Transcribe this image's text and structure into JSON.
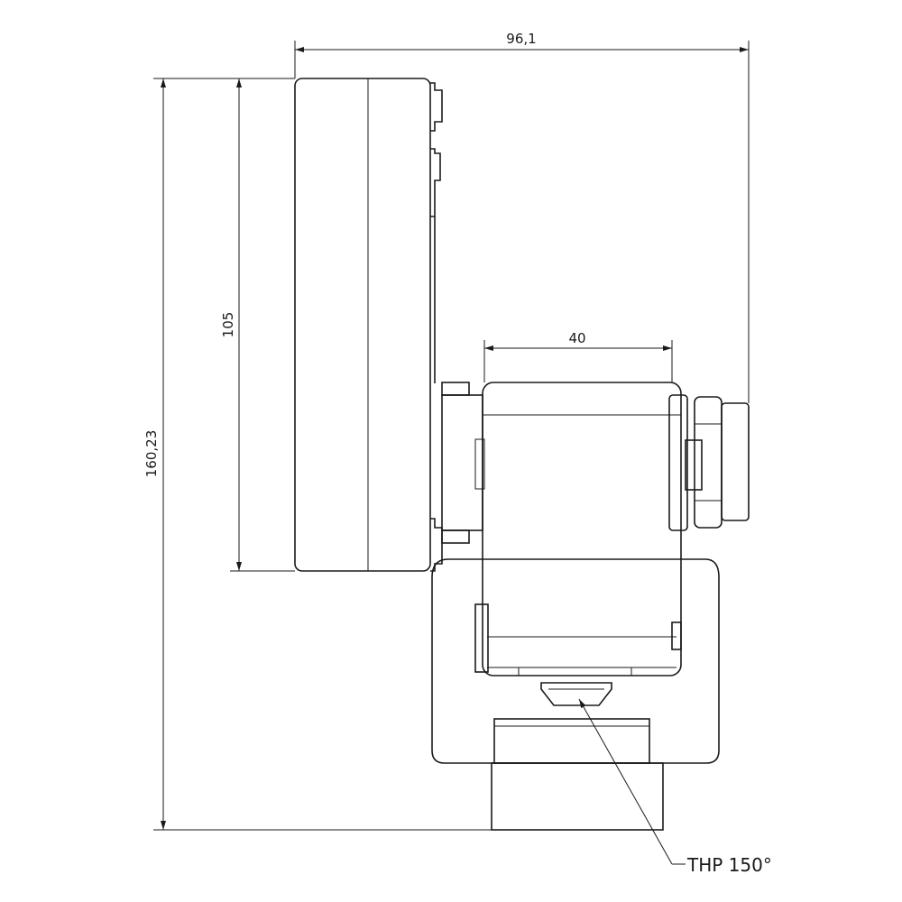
{
  "dimensions": {
    "overall_width": "96,1",
    "overall_height": "160,23",
    "upper_body_height": "105",
    "lower_body_width": "40"
  },
  "callout": {
    "label": "THP 150°"
  }
}
